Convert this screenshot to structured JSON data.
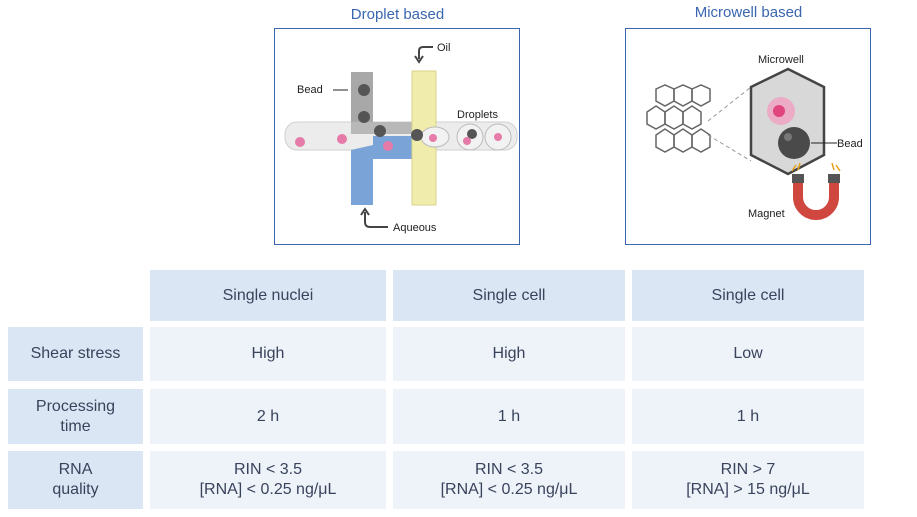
{
  "droplet": {
    "title": "Droplet based",
    "labels": {
      "bead": "Bead",
      "oil": "Oil",
      "droplets": "Droplets",
      "aqueous": "Aqueous"
    }
  },
  "microwell": {
    "title": "Microwell based",
    "labels": {
      "microwell": "Microwell",
      "bead": "Bead",
      "magnet": "Magnet"
    }
  },
  "colors": {
    "accent": "#3a66b0",
    "header_bg": "#dbe6f4",
    "cell_bg": "#eef3f9",
    "text": "#39435c"
  },
  "table": {
    "columns": [
      "Single nuclei",
      "Single cell",
      "Single cell"
    ],
    "rows": [
      {
        "label": "Shear stress",
        "values": [
          "High",
          "High",
          "Low"
        ]
      },
      {
        "label": "Processing\ntime",
        "values": [
          "2 h",
          "1 h",
          "1 h"
        ]
      },
      {
        "label": "RNA\nquality",
        "values": [
          "RIN < 3.5\n[RNA] < 0.25 ng/μL",
          "RIN < 3.5\n[RNA] < 0.25 ng/μL",
          "RIN > 7\n[RNA] > 15 ng/μL"
        ]
      }
    ]
  }
}
